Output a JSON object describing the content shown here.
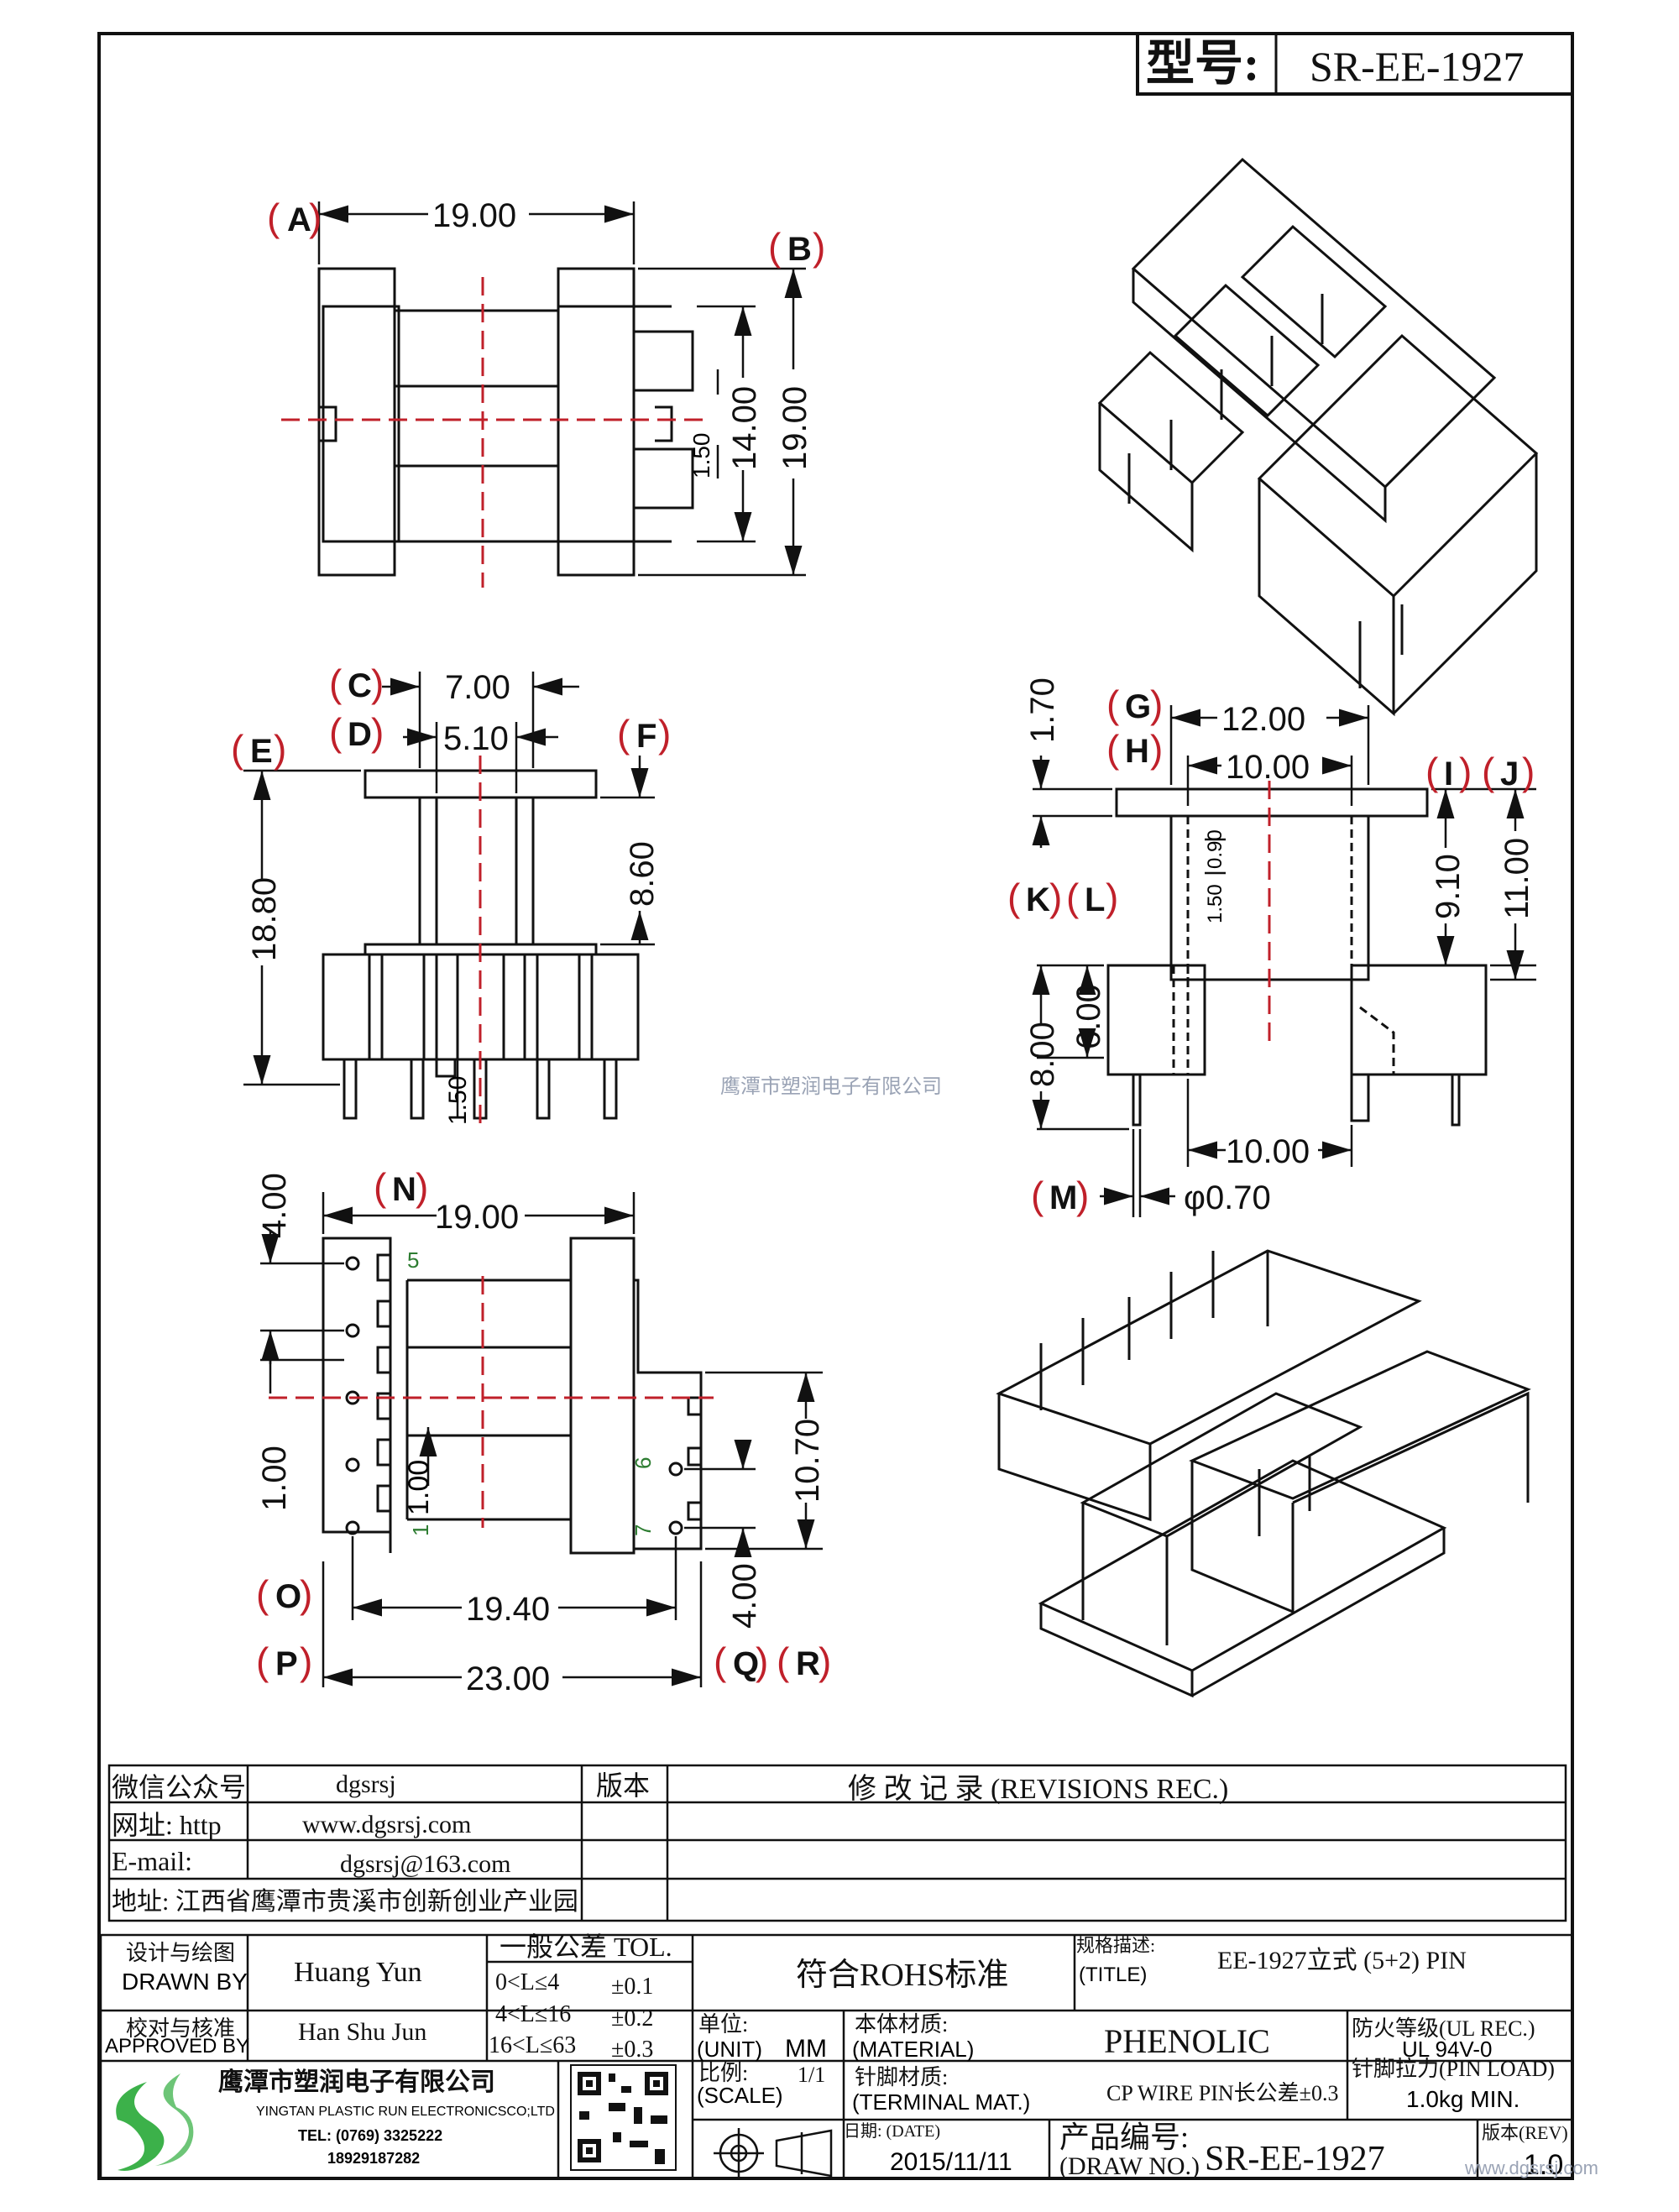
{
  "header": {
    "model_label": "型号:",
    "model_value": "SR-EE-1927"
  },
  "views": {
    "top": {
      "labels": {
        "A": "A",
        "B": "B"
      },
      "dims": {
        "width": "19.00",
        "inner": "14.00",
        "outer": "19.00",
        "small": "1.50"
      }
    },
    "front": {
      "labels": {
        "C": "C",
        "D": "D",
        "E": "E",
        "F": "F"
      },
      "dims": {
        "w7": "7.00",
        "w51": "5.10",
        "h188": "18.80",
        "h86": "8.60",
        "p15": "1.50"
      }
    },
    "side": {
      "labels": {
        "G": "G",
        "H": "H",
        "I": "I",
        "J": "J",
        "K": "K",
        "L": "L",
        "M": "M"
      },
      "dims": {
        "t17": "1.70",
        "w12": "12.00",
        "w10": "10.00",
        "h91": "9.10",
        "h11": "11.00",
        "i09": "0.90",
        "i15": "1.50",
        "h8": "8.00",
        "h6": "6.00",
        "b10": "10.00",
        "phi": "φ0.70"
      }
    },
    "bottom": {
      "labels": {
        "N": "N",
        "O": "O",
        "P": "P",
        "Q": "Q",
        "R": "R"
      },
      "dims": {
        "w19": "19.00",
        "h4": "4.00",
        "h1": "1.00",
        "inner1": "1.00",
        "h107": "10.70",
        "h4b": "4.00",
        "w194": "19.40",
        "w23": "23.00"
      },
      "pins": {
        "p5": "5",
        "p6": "6",
        "p7": "7",
        "p1": "1"
      }
    },
    "watermark": "鹰潭市塑润电子有限公司"
  },
  "contact": {
    "wechat_label": "微信公众号",
    "wechat_value": "dgsrsj",
    "web_label": "网址: http",
    "web_value": "www.dgsrsj.com",
    "email_label": "E-mail:",
    "email_value": "dgsrsj@163.com",
    "address": "地址: 江西省鹰潭市贵溪市创新创业产业园",
    "version_label": "版本",
    "revisions_title": "修  改  记  录   (REVISIONS  REC.)"
  },
  "title_block": {
    "drawn_cn": "设计与绘图",
    "drawn_en": "DRAWN BY",
    "drawn_value": "Huang  Yun",
    "approved_cn": "校对与核准",
    "approved_en": "APPROVED BY",
    "approved_value": "Han Shu Jun",
    "tol_title": "一般公差 TOL.",
    "tol_rows": [
      {
        "range": "0<L≤4",
        "value": "±0.1"
      },
      {
        "range": "4<L≤16",
        "value": "±0.2"
      },
      {
        "range": "16<L≤63",
        "value": "±0.3"
      }
    ],
    "rohs": "符合ROHS标准",
    "spec_cn": "规格描述:",
    "spec_en": "(TITLE)",
    "spec_value": "EE-1927立式 (5+2) PIN",
    "unit_cn": "单位:",
    "unit_en": "(UNIT)",
    "unit_value": "MM",
    "material_cn": "本体材质:",
    "material_en": "(MATERIAL)",
    "material_value": "PHENOLIC",
    "fire_cn": "防火等级(UL REC.)",
    "fire_value": "UL 94V-0",
    "company_cn": "鹰潭市塑润电子有限公司",
    "company_en": "YINGTAN PLASTIC RUN ELECTRONICSCO;LTD",
    "company_tel": "TEL: (0769) 3325222",
    "company_mobile": "18929187282",
    "scale_cn": "比例:",
    "scale_en": "(SCALE)",
    "scale_value": "1/1",
    "terminal_cn": "针脚材质:",
    "terminal_en": "(TERMINAL MAT.)",
    "terminal_value": "CP WIRE   PIN长公差±0.3",
    "pin_load_cn": "针脚拉力(PIN LOAD)",
    "pin_load_value": "1.0kg MIN.",
    "date_cn": "日期: (DATE)",
    "date_value": "2015/11/11",
    "drawno_cn": "产品编号:",
    "drawno_en": "(DRAW NO.)",
    "drawno_value": "SR-EE-1927",
    "rev_label": "版本(REV)",
    "rev_value": "1.0",
    "site_watermark": "www.dgsrsj.com"
  },
  "colors": {
    "line": "#111111",
    "center": "#c0202a",
    "label": "#c0202a",
    "pin_num": "#2e7d32",
    "logo": "#3cb14a"
  }
}
